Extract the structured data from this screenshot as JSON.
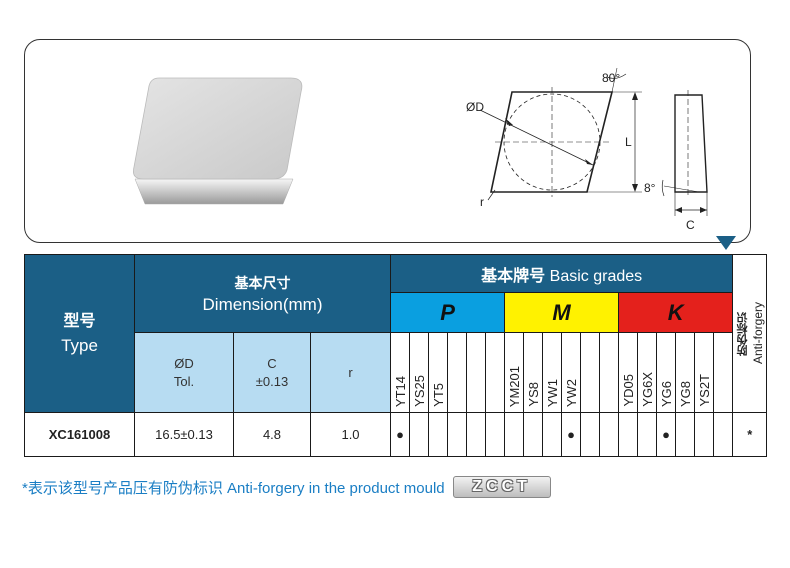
{
  "drawing": {
    "angle_top": "80°",
    "angle_side": "8°",
    "label_diameter": "ØD",
    "label_length": "L",
    "label_radius": "r",
    "label_thickness": "C"
  },
  "table": {
    "type_header_cn": "型号",
    "type_header_en": "Type",
    "dimension_header_cn": "基本尺寸",
    "dimension_header_en": "Dimension(mm)",
    "grades_header_cn": "基本牌号",
    "grades_header_en": "Basic grades",
    "anti_forgery_cn": "防伪标识",
    "anti_forgery_en": "Anti-forgery",
    "categories": [
      "P",
      "M",
      "K"
    ],
    "sub_headers": {
      "d_line1": "ØD",
      "d_line2": "Tol.",
      "c_line1": "C",
      "c_line2": "±0.13",
      "r": "r"
    },
    "grades": {
      "P": [
        "YT14",
        "YS25",
        "YT5",
        "",
        "",
        ""
      ],
      "M": [
        "YM201",
        "YS8",
        "YW1",
        "YW2",
        "",
        ""
      ],
      "K": [
        "YD05",
        "YG6X",
        "YG6",
        "YG8",
        "YS2T",
        ""
      ]
    },
    "rows": [
      {
        "type": "XC161008",
        "d_tol": "16.5±0.13",
        "c": "4.8",
        "r": "1.0",
        "marks": {
          "P": [
            "●",
            "",
            "",
            "",
            "",
            ""
          ],
          "M": [
            "",
            "",
            "",
            "●",
            "",
            ""
          ],
          "K": [
            "",
            "",
            "●",
            "",
            "",
            ""
          ]
        },
        "anti_forgery": "*"
      }
    ]
  },
  "footnote": {
    "text": "*表示该型号产品压有防伪标识 Anti-forgery in the product mould",
    "logo": "ZCCT"
  },
  "colors": {
    "header_blue": "#1b5f86",
    "sub_blue": "#b7dcf2",
    "p_blue": "#0a9fe0",
    "m_yellow": "#fff200",
    "k_red": "#e4211c",
    "note_blue": "#1a7ec4"
  }
}
